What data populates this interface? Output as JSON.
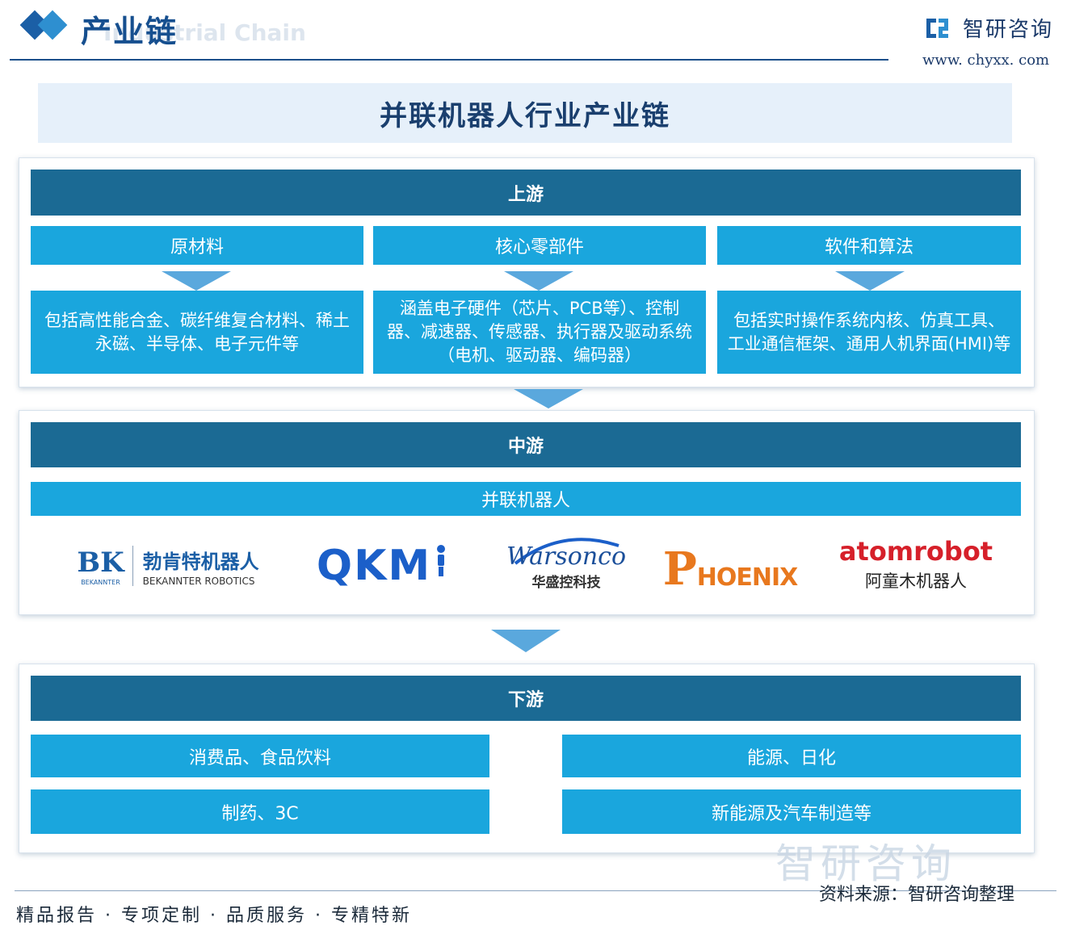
{
  "header": {
    "section_title": "产业链",
    "section_subtitle": "Industrial Chain",
    "brand_name": "智研咨询",
    "brand_url": "www. chyxx. com"
  },
  "main_title": "并联机器人行业产业链",
  "upstream": {
    "title": "上游",
    "columns": [
      {
        "heading": "原材料",
        "description": "包括高性能合金、碳纤维复合材料、稀土永磁、半导体、电子元件等"
      },
      {
        "heading": "核心零部件",
        "description": "涵盖电子硬件（芯片、PCB等）、控制器、减速器、传感器、执行器及驱动系统（电机、驱动器、编码器）"
      },
      {
        "heading": "软件和算法",
        "description": "包括实时操作系统内核、仿真工具、工业通信框架、通用人机界面(HMI)等"
      }
    ]
  },
  "midstream": {
    "title": "中游",
    "subtitle": "并联机器人",
    "logos": [
      {
        "mark": "BK",
        "mark_small": "BEKANNTER",
        "name": "勃肯特机器人",
        "name_en": "BEKANNTER ROBOTICS"
      },
      {
        "mark": "QKM"
      },
      {
        "mark": "Warsonco",
        "name": "华盛控科技"
      },
      {
        "mark": "P",
        "name": "HOENIX"
      },
      {
        "mark": "atomrobot",
        "name": "阿童木机器人"
      }
    ]
  },
  "downstream": {
    "title": "下游",
    "items": [
      "消费品、食品饮料",
      "能源、日化",
      "制药、3C",
      "新能源及汽车制造等"
    ]
  },
  "footer": {
    "slogan": "精品报告 · 专项定制 · 品质服务 · 专精特新",
    "source": "资料来源：智研咨询整理",
    "watermark": "智研咨询"
  },
  "colors": {
    "dark_bar": "#1b6a94",
    "light_bar": "#1aa6dd",
    "title_bg": "#e6f0fa",
    "accent": "#164f8f"
  }
}
